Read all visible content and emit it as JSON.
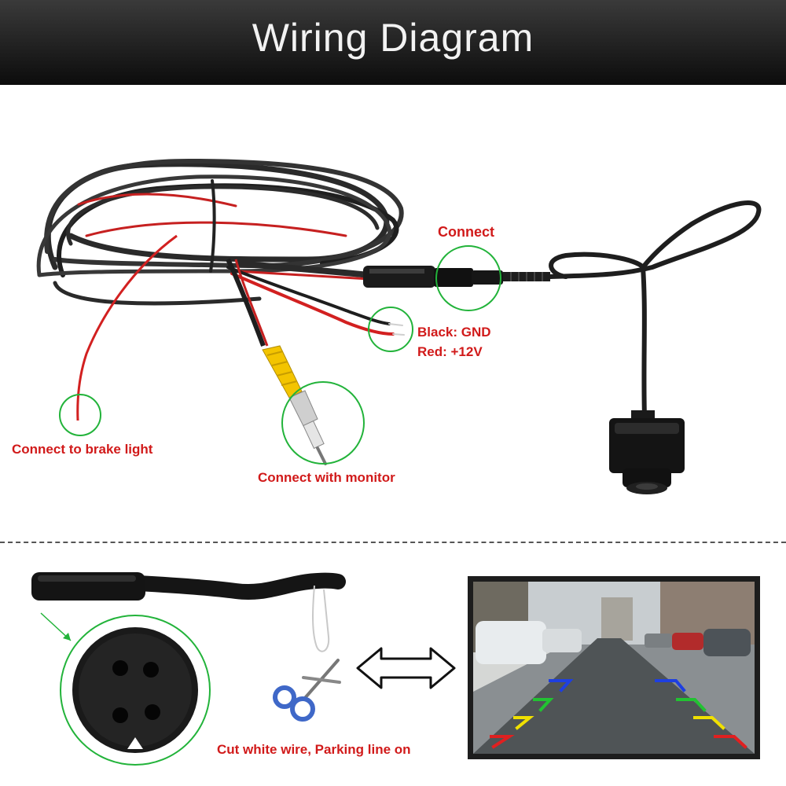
{
  "header": {
    "title": "Wiring  Diagram"
  },
  "labels": {
    "connect": "Connect",
    "black_gnd": "Black: GND",
    "red_12v": "Red: +12V",
    "brake_light": "Connect to brake light",
    "monitor": "Connect with monitor",
    "parking_line": "Cut white wire, Parking line on"
  },
  "colors": {
    "label_red": "#d11a1a",
    "highlight_green": "#22b33a",
    "header_bg": "#111111"
  },
  "parking_guides": [
    "blue",
    "green",
    "yellow",
    "red"
  ]
}
